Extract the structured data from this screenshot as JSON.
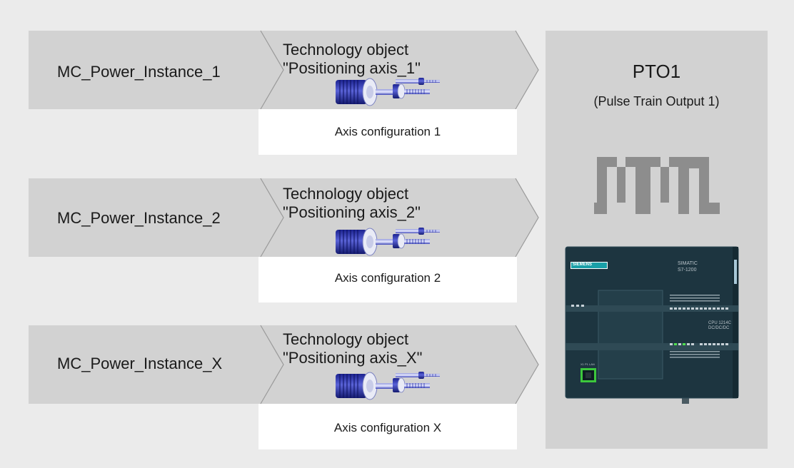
{
  "instances": [
    {
      "label": "MC_Power_Instance_1"
    },
    {
      "label": "MC_Power_Instance_2"
    },
    {
      "label": "MC_Power_Instance_X"
    }
  ],
  "technology_objects": [
    {
      "line1": "Technology object",
      "line2": "\"Positioning axis_1\"",
      "axis_config": "Axis configuration 1"
    },
    {
      "line1": "Technology object",
      "line2": "\"Positioning axis_2\"",
      "axis_config": "Axis configuration 2"
    },
    {
      "line1": "Technology object",
      "line2": "\"Positioning axis_X\"",
      "axis_config": "Axis configuration X"
    }
  ],
  "output": {
    "title": "PTO1",
    "subtitle": "(Pulse Train Output 1)"
  },
  "plc": {
    "brand": "SIEMENS",
    "product_line1": "SIMATIC",
    "product_line2": "S7-1200",
    "cpu_line1": "CPU 1214C",
    "cpu_line2": "DC/DC/DC",
    "port_label": "X1 P1 LAN"
  },
  "colors": {
    "background": "#ebebeb",
    "arrow_fill": "#d2d2d2",
    "arrow_edge": "#9a9a9a",
    "card_fill": "#ffffff",
    "pulse_fill": "#8d8d8d",
    "motor_blue": "#2a33a8",
    "plc_body": "#1d3540",
    "plc_port": "#3cc83c"
  },
  "icons": [
    "servo-motor-icon",
    "pulse-train-icon",
    "plc-cpu-icon"
  ]
}
